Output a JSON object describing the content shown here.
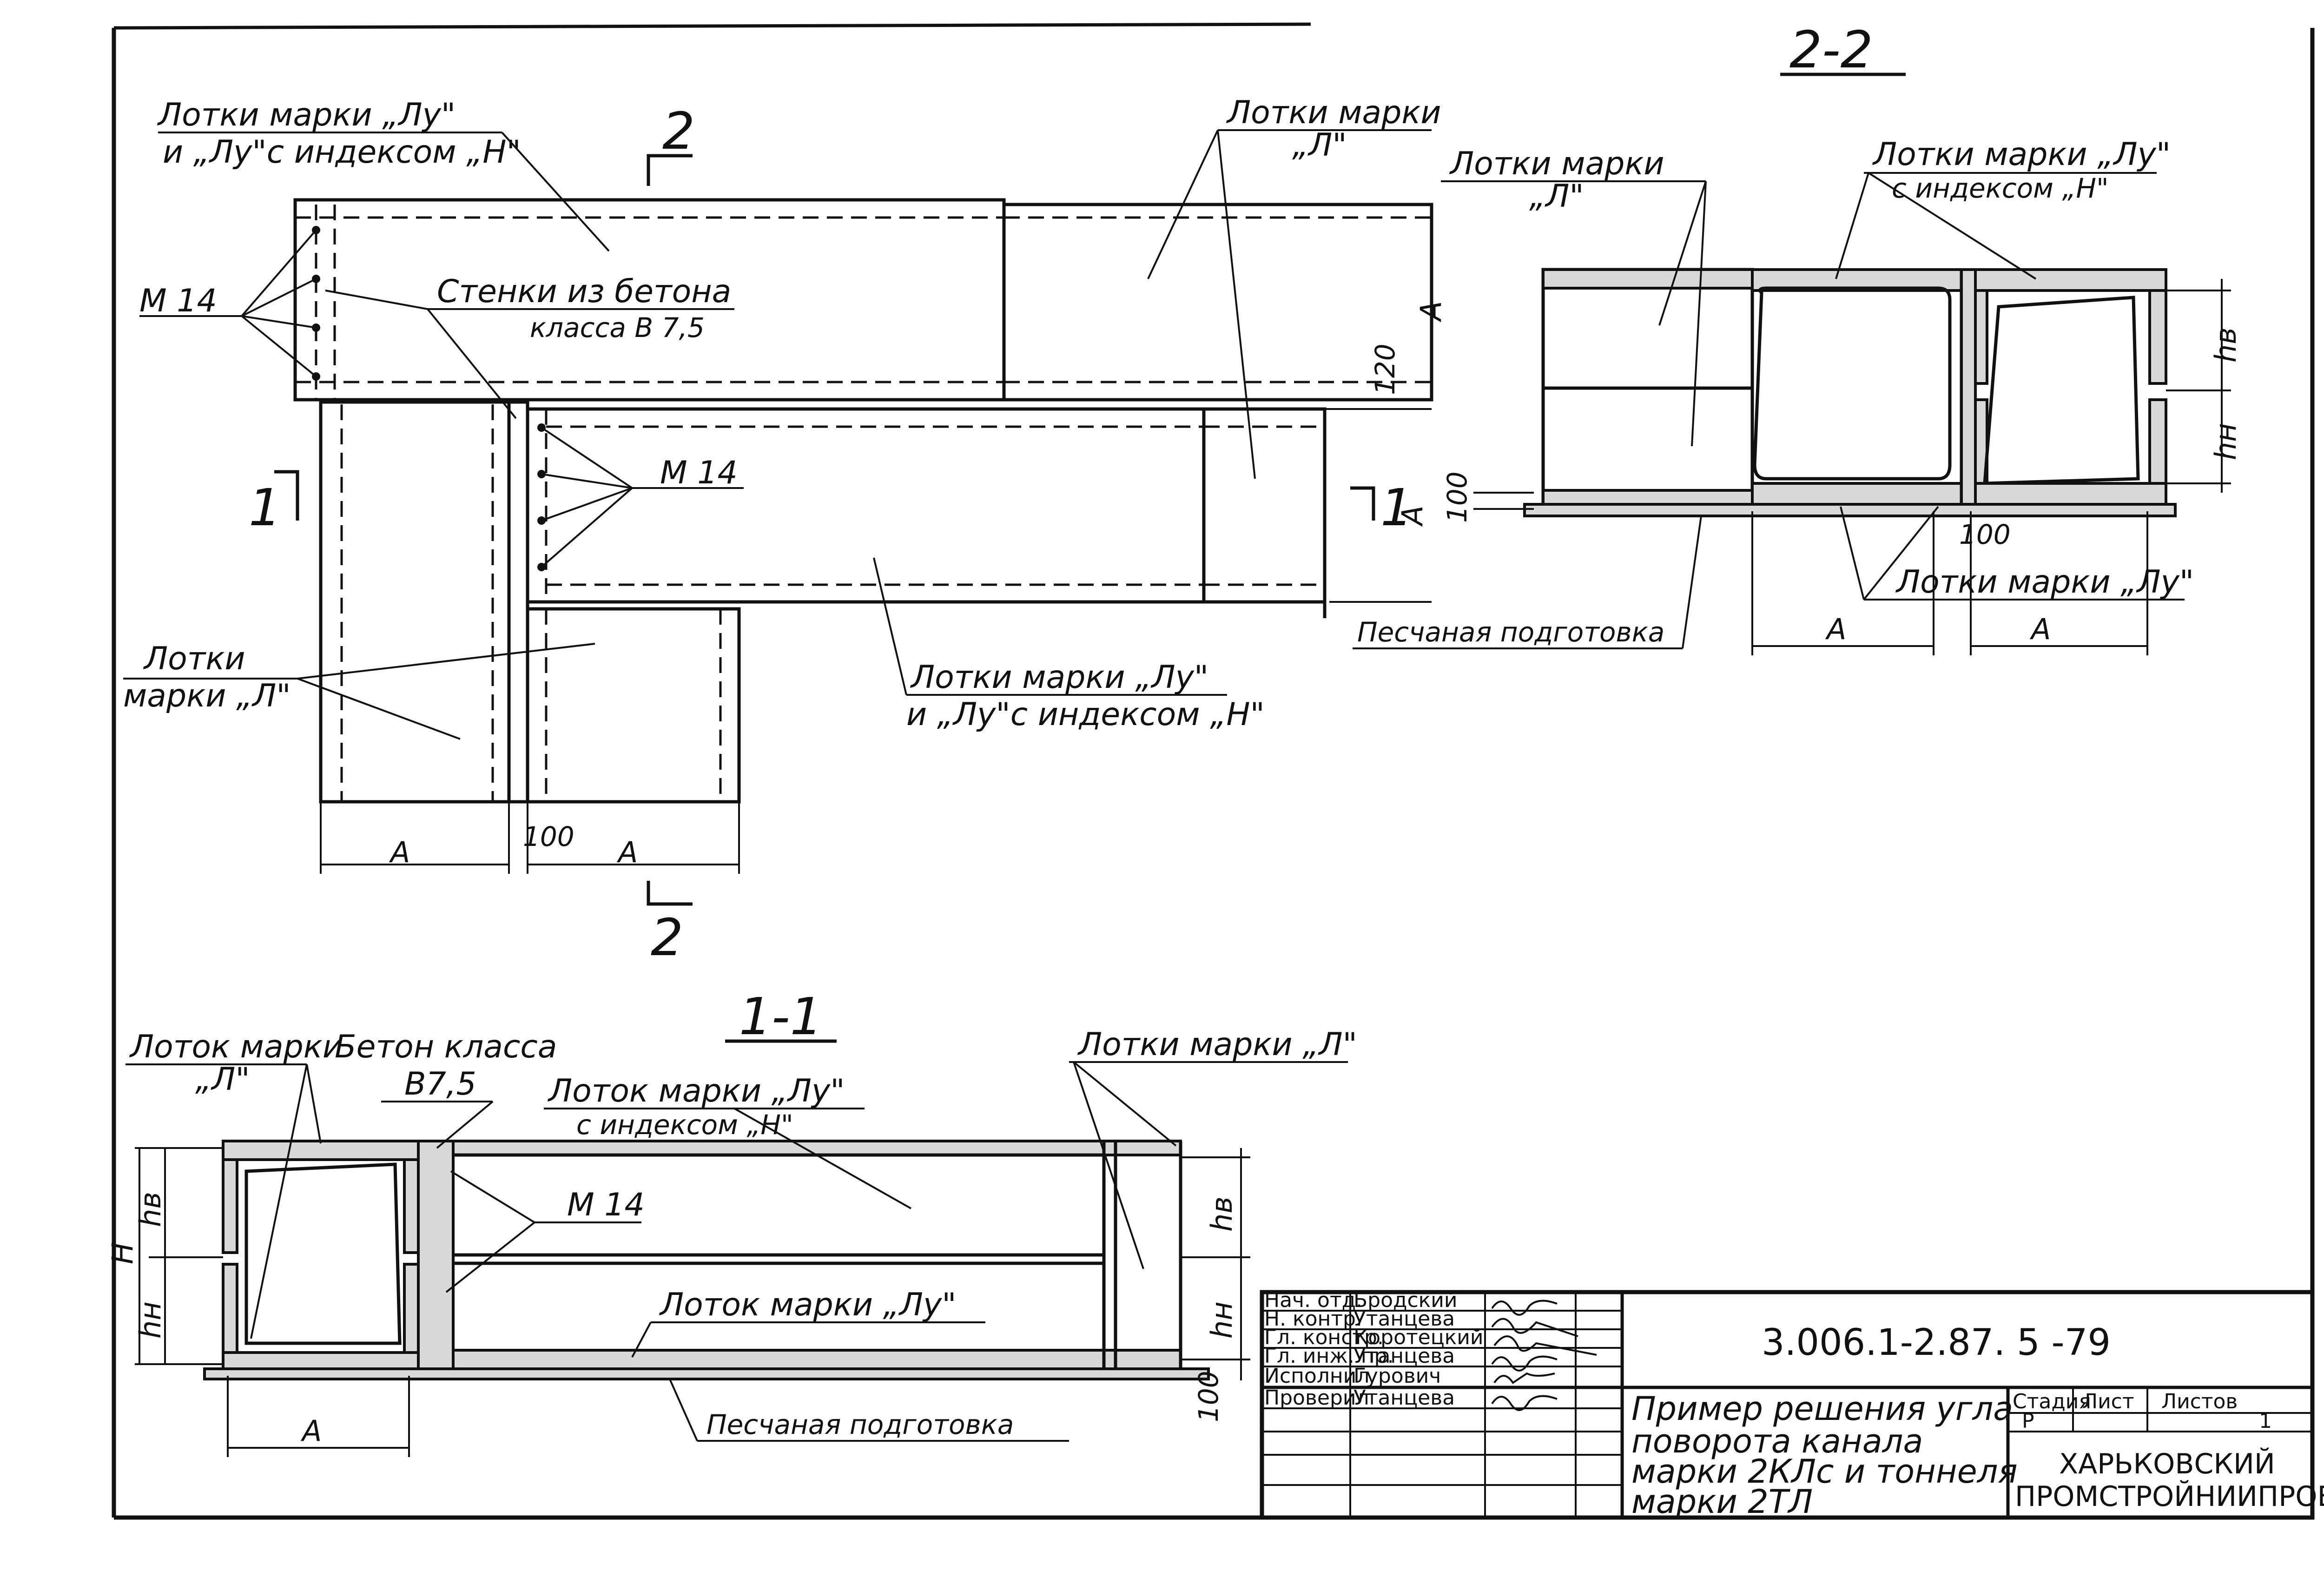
{
  "plan": {
    "label_l_ly_n": [
      "Лотки марки „Лу\"",
      "и „Лу\"с индексом „Н\""
    ],
    "label_l_right": [
      "Лотки марки",
      "„Л\""
    ],
    "label_m14_a": "М 14",
    "label_walls": [
      "Стенки из бетона",
      "класса В 7,5"
    ],
    "label_m14_b": "М 14",
    "label_l_left": [
      "Лотки",
      "марки „Л\""
    ],
    "label_ly_bottom": [
      "Лотки марки „Лу\"",
      "и „Лу\"с индексом „Н\""
    ],
    "section_2": "2",
    "section_2_bottom": "2",
    "section_1_left": "1",
    "section_1_right": "1",
    "dim_A_1": "А",
    "dim_A_2": "А",
    "dim_100": "100",
    "dim_120": "120",
    "dim_A_right_1": "А",
    "dim_A_right_2": "А"
  },
  "section22": {
    "title": "2-2",
    "label_l": [
      "Лотки марки",
      "„Л\""
    ],
    "label_ly_n": [
      "Лотки марки „Лу\"",
      "с индексом „Н\""
    ],
    "label_ly": "Лотки марки „Лу\"",
    "label_sand": "Песчаная подготовка",
    "dim_hb": "hв",
    "dim_hn": "hн",
    "dim_100_a": "100",
    "dim_100_b": "100",
    "dim_A_1": "А",
    "dim_A_2": "А"
  },
  "section11": {
    "title": "1-1",
    "label_l": [
      "Лоток марки",
      "„Л\""
    ],
    "label_concrete": [
      "Бетон класса",
      "В7,5"
    ],
    "label_ly_n": [
      "Лоток марки „Лу\"",
      "с индексом „Н\""
    ],
    "label_l_right": "Лотки марки „Л\"",
    "label_m14": "М 14",
    "label_ly": "Лоток марки „Лу\"",
    "label_sand": "Песчаная подготовка",
    "dim_H": "Н",
    "dim_hb": "hв",
    "dim_hn": "hн",
    "dim_hb_r": "hв",
    "dim_hn_r": "hн",
    "dim_100": "100",
    "dim_A": "А"
  },
  "title_block": {
    "roles": [
      {
        "role": "Нач. отд.",
        "name": "Бродский"
      },
      {
        "role": "Н. контр.",
        "name": "Утанцева"
      },
      {
        "role": "Гл. констр.",
        "name": "Коротецкий"
      },
      {
        "role": "Гл. инж. пр.",
        "name": "Утанцева"
      },
      {
        "role": "Исполнил",
        "name": "Гурович"
      },
      {
        "role": "Проверил",
        "name": "Утанцева"
      }
    ],
    "code": "3.006.1-2.87. 5 -79",
    "title_lines": [
      "Пример решения угла",
      "поворота канала",
      "марки 2КЛс и тоннеля",
      "марки 2ТЛ"
    ],
    "stage_header": "Стадия",
    "sheet_header": "Лист",
    "sheets_header": "Листов",
    "stage_value": "Р",
    "sheet_value": "",
    "sheets_value": "1",
    "organization": [
      "ХАРЬКОВСКИЙ",
      "ПРОМСТРОЙНИИПРОЕКТ"
    ]
  }
}
